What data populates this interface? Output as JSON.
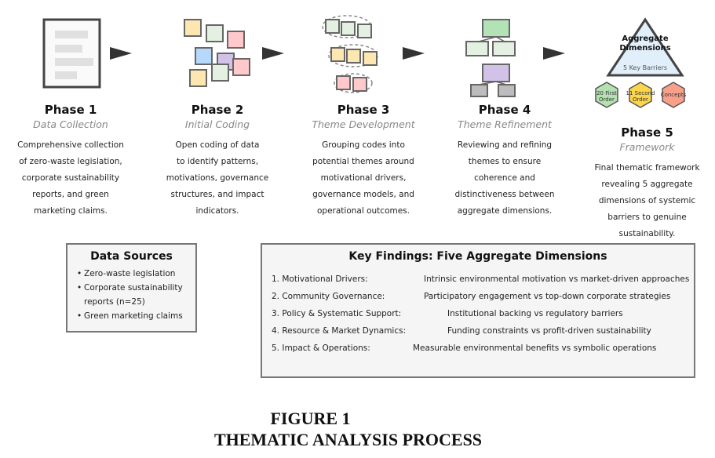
{
  "phases": [
    {
      "title": "Phase 1",
      "subtitle": "Data Collection",
      "desc": [
        "Comprehensive collection",
        "of zero-waste legislation,",
        "corporate sustainability",
        "reports, and green",
        "marketing claims."
      ],
      "icon": "document-icon"
    },
    {
      "title": "Phase 2",
      "subtitle": "Initial Coding",
      "desc": [
        "Open coding of data",
        "to identify patterns,",
        "motivations, governance",
        "structures, and impact",
        "indicators."
      ],
      "icon": "scattered-codes-icon"
    },
    {
      "title": "Phase 3",
      "subtitle": "Theme Development",
      "desc": [
        "Grouping codes into",
        "potential themes around",
        "motivational drivers,",
        "governance models, and",
        "operational outcomes."
      ],
      "icon": "grouped-codes-icon"
    },
    {
      "title": "Phase 4",
      "subtitle": "Theme Refinement",
      "desc": [
        "Reviewing and refining",
        "themes to ensure",
        "coherence and",
        "distinctiveness between",
        "aggregate dimensions."
      ],
      "icon": "hierarchy-icon"
    },
    {
      "title": "Phase 5",
      "subtitle": "Framework",
      "desc": [
        "Final thematic framework",
        "revealing 5 aggregate",
        "dimensions of systemic",
        "barriers to genuine",
        "sustainability."
      ],
      "icon": "pyramid-icon"
    }
  ],
  "pyramid": {
    "title_line1": "Aggregate",
    "title_line2": "Dimensions",
    "subtitle": "5 Key Barriers",
    "hexagons": [
      {
        "line1": "20 First",
        "line2": "Order",
        "color": "#b5e0b0"
      },
      {
        "line1": "11 Second",
        "line2": "Order",
        "color": "#fbd54a"
      },
      {
        "line1": "Concepts",
        "line2": "",
        "color": "#f9a08a"
      }
    ]
  },
  "data_sources": {
    "title": "Data Sources",
    "items": [
      "Zero-waste legislation",
      "Corporate sustainability",
      "reports (n=25)",
      "Green marketing claims"
    ]
  },
  "key_findings": {
    "title": "Key Findings: Five Aggregate Dimensions",
    "rows": [
      {
        "label": "1. Motivational Drivers:",
        "value": "Intrinsic environmental motivation vs market-driven approaches"
      },
      {
        "label": "2. Community Governance:",
        "value": "Participatory engagement vs top-down corporate strategies"
      },
      {
        "label": "3. Policy & Systematic Support:",
        "value": "Institutional backing vs regulatory barriers"
      },
      {
        "label": "4. Resource & Market Dynamics:",
        "value": "Funding constraints vs profit-driven sustainability"
      },
      {
        "label": "5. Impact & Operations:",
        "value": "Measurable environmental benefits vs symbolic operations"
      }
    ]
  },
  "caption": {
    "line1": "FIGURE 1",
    "line2": "THEMATIC ANALYSIS PROCESS"
  },
  "colors": {
    "yellow": "#fde6b0",
    "green_light": "#e4f1e2",
    "pink": "#ffc9cc",
    "blue": "#b6d8fb",
    "purple": "#d2c2e8",
    "green_mid": "#b3e2b6",
    "gray": "#bdbdbd",
    "pyramid_fill": "#e1effb"
  }
}
